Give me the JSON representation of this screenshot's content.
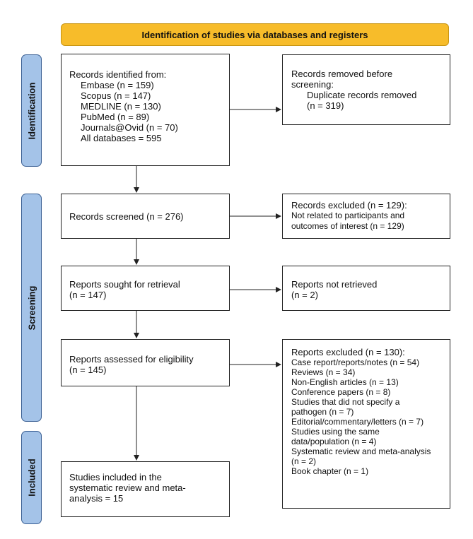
{
  "banner": {
    "title": "Identification of studies via databases and registers"
  },
  "phases": {
    "identification": "Identification",
    "screening": "Screening",
    "included": "Included"
  },
  "identified": {
    "heading": "Records identified from:",
    "items": [
      "Embase (n = 159)",
      "Scopus (n = 147)",
      "MEDLINE (n = 130)",
      "PubMed (n = 89)",
      "Journals@Ovid (n = 70)",
      "All databases = 595"
    ]
  },
  "removed": {
    "lines": [
      "Records removed before",
      "screening:"
    ],
    "detail": [
      "Duplicate records removed",
      "(n = 319)"
    ]
  },
  "screened": {
    "text": "Records screened (n = 276)"
  },
  "excluded": {
    "lines": [
      "Records excluded (n = 129):",
      "Not related to participants and",
      "outcomes of interest (n = 129)"
    ]
  },
  "sought": {
    "lines": [
      "Reports sought for retrieval",
      "(n = 147)"
    ]
  },
  "not_retrieved": {
    "lines": [
      "Reports not retrieved",
      "(n = 2)"
    ]
  },
  "assessed": {
    "lines": [
      "Reports assessed for eligibility",
      "(n = 145)"
    ]
  },
  "reports_excluded": {
    "heading": "Reports excluded (n = 130):",
    "items": [
      "Case report/reports/notes (n = 54)",
      "Reviews (n = 34)",
      "Non-English articles (n = 13)",
      "Conference papers (n = 8)",
      "Studies that did not specify a",
      "pathogen (n = 7)",
      "Editorial/commentary/letters (n = 7)",
      "Studies using the same",
      "data/population (n = 4)",
      "Systematic review and meta-analysis",
      "(n = 2)",
      "Book chapter (n = 1)"
    ]
  },
  "included_box": {
    "lines": [
      "Studies included in the",
      "systematic review and meta-",
      "analysis = 15"
    ]
  }
}
